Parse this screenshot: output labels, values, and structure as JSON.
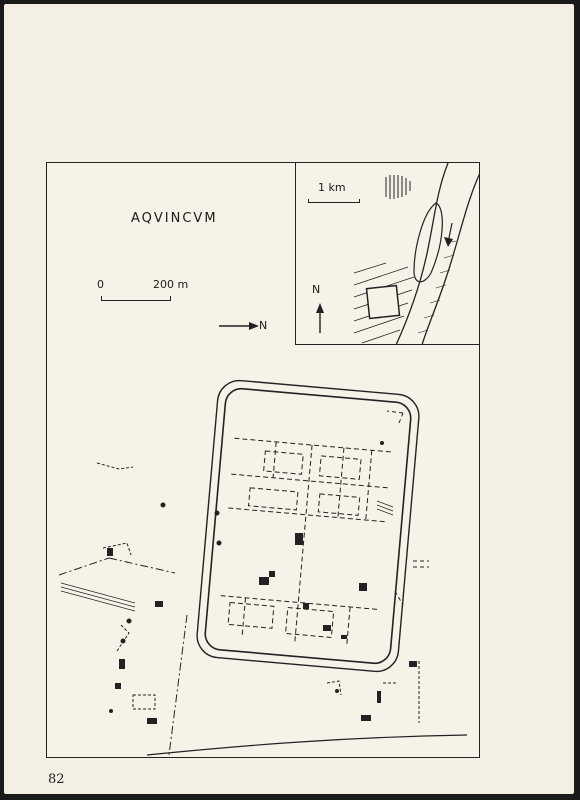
{
  "map": {
    "title": "AQVINCVM",
    "scale": {
      "zero": "0",
      "label": "200 m"
    },
    "north_label": "N"
  },
  "inset": {
    "scale_label": "1 km",
    "north_label": "N"
  },
  "page": {
    "number": "82"
  }
}
